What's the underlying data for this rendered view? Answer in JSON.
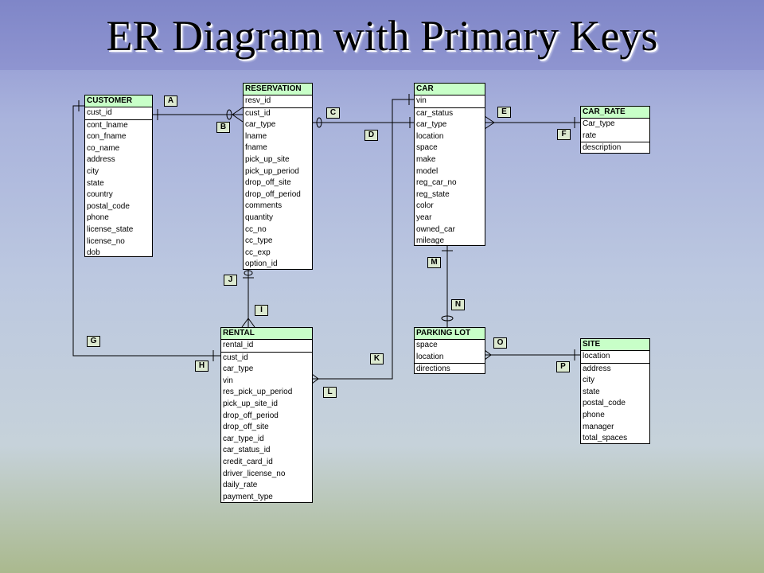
{
  "title": "ER Diagram with Primary Keys",
  "entities": {
    "customer": {
      "name": "CUSTOMER",
      "pk": [
        "cust_id"
      ],
      "attrs": [
        "cont_lname",
        "con_fname",
        "co_name",
        "address",
        "city",
        "state",
        "country",
        "postal_code",
        "phone",
        "license_state",
        "license_no",
        "dob"
      ]
    },
    "reservation": {
      "name": "RESERVATION",
      "pk": [
        "resv_id"
      ],
      "attrs": [
        "cust_id",
        "car_type",
        "lname",
        "fname",
        "pick_up_site",
        "pick_up_period",
        "drop_off_site",
        "drop_off_period",
        "comments",
        "quantity",
        "cc_no",
        "cc_type",
        "cc_exp",
        "option_id"
      ]
    },
    "car": {
      "name": "CAR",
      "pk": [
        "vin"
      ],
      "attrs": [
        "car_status",
        "car_type",
        "location",
        "space",
        "make",
        "model",
        "reg_car_no",
        "reg_state",
        "color",
        "year",
        "owned_car",
        "mileage"
      ]
    },
    "car_rate": {
      "name": "CAR_RATE",
      "pk": [
        "Car_type",
        "rate"
      ],
      "attrs": [
        "description"
      ]
    },
    "rental": {
      "name": "RENTAL",
      "pk": [
        "rental_id"
      ],
      "attrs": [
        "cust_id",
        "car_type",
        "vin",
        "res_pick_up_period",
        "pick_up_site_id",
        "drop_off_period",
        "drop_off_site",
        "car_type_id",
        "car_status_id",
        "credit_card_id",
        "driver_license_no",
        "daily_rate",
        "payment_type"
      ]
    },
    "parking_lot": {
      "name": "PARKING LOT",
      "pk": [
        "space",
        "location"
      ],
      "attrs": [
        "directions"
      ]
    },
    "site": {
      "name": "SITE",
      "pk": [
        "location"
      ],
      "attrs": [
        "address",
        "city",
        "state",
        "postal_code",
        "phone",
        "manager",
        "total_spaces"
      ]
    }
  },
  "labels": [
    "A",
    "B",
    "C",
    "D",
    "E",
    "F",
    "G",
    "H",
    "I",
    "J",
    "K",
    "L",
    "M",
    "N",
    "O",
    "P"
  ]
}
